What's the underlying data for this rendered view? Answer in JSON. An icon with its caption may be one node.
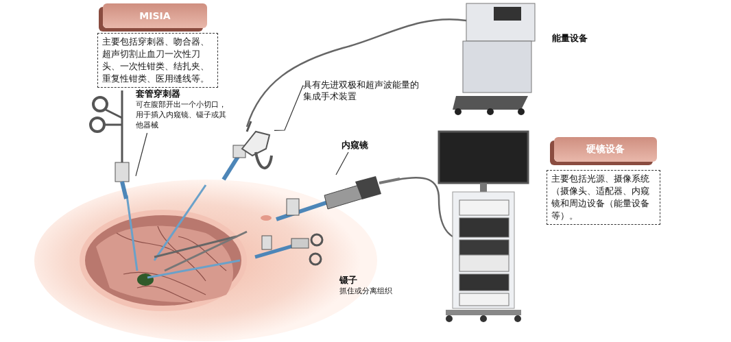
{
  "diagram": {
    "nodes": [
      {
        "text": [
          "MISIA"
        ]
      },
      {
        "text": [
          "主要包括穿刺器、吻合器、超声切割止血刀一次性刀头、一次性钳类、结扎夹、重复性钳类、医用缝线等。"
        ]
      },
      {
        "text": [
          "套管穿刺器",
          "可在腹部开出一个小切口，用于插入内窥镜、镊子或其他器械"
        ]
      },
      {
        "text": [],
        "shape": "picture"
      },
      {
        "text": [
          "具有先进双极和超声波能量的集成手术装置"
        ]
      },
      {
        "text": [],
        "shape": "picture"
      },
      {
        "text": [
          "内窥镜"
        ]
      },
      {
        "text": [],
        "shape": "picture"
      },
      {
        "text": [
          "镊子",
          "抓住或分离组织"
        ]
      },
      {
        "text": [
          "硬镜设备"
        ]
      },
      {
        "text": [
          "主要包括光源、摄像系统（摄像头、适配器、内窥镜和周边设备（能量设备等）。"
        ]
      }
    ],
    "edges": [
      {
        "from": 2,
        "to": 3,
        "arrow": "none"
      },
      {
        "from": 4,
        "to": 5,
        "arrow": "none"
      },
      {
        "from": 6,
        "to": 7,
        "arrow": "none"
      }
    ],
    "labels": [
      "能量设备"
    ]
  }
}
